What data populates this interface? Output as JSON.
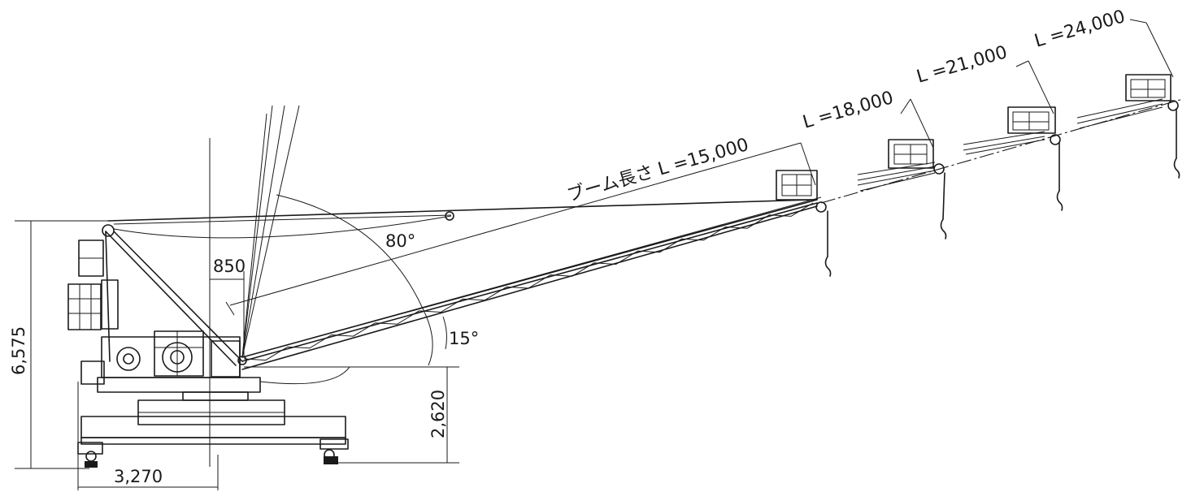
{
  "diagram": {
    "boom_length_label": "ブーム長さ L =15,000",
    "extension_labels": [
      "L =18,000",
      "L =21,000",
      "L =24,000"
    ],
    "dimensions": {
      "overall_height": "6,575",
      "boom_foot_height": "2,620",
      "track_width": "3,270",
      "pivot_offset": "850",
      "max_angle": "80°",
      "min_angle": "15°"
    }
  }
}
